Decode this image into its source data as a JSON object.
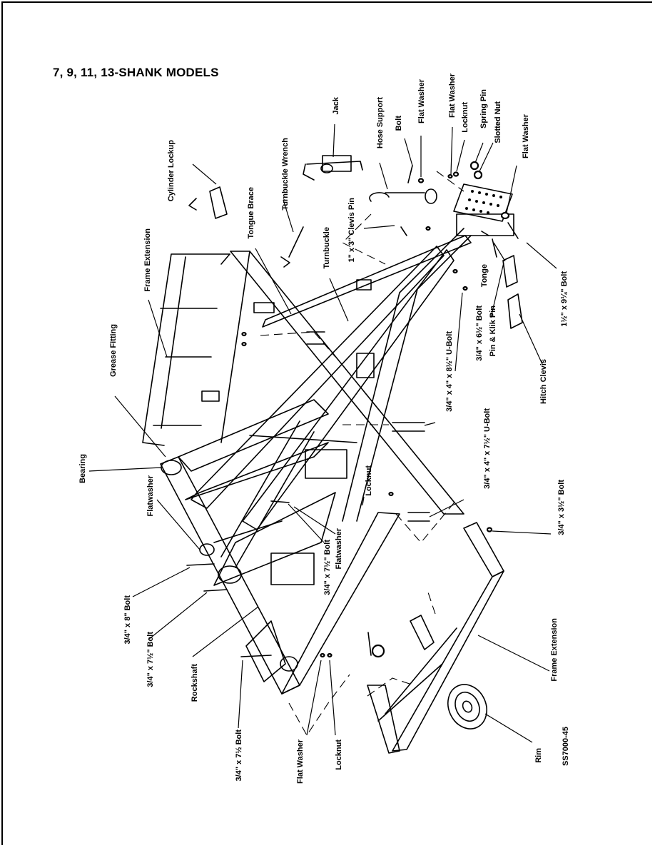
{
  "title": "7, 9, 11, 13-SHANK MODELS",
  "figure_id": "SS7000-45",
  "labels": {
    "cylinder_lockup": "Cylinder Lockup",
    "turnbuckle_wrench": "Turnbuckle Wrench",
    "jack": "Jack",
    "hose_support": "Hose Support",
    "bolt": "Bolt",
    "flat_washer_top": "Flat Washer",
    "flat_washer_2": "Flat Washer",
    "locknut_top": "Locknut",
    "spring_pin": "Spring Pin",
    "slotted_nut": "Slotted Nut",
    "flat_washer_3": "Flat Washer",
    "clevis_pin": "1\" x 3\" Clevis Pin",
    "frame_extension_top": "Frame Extension",
    "tongue_brace": "Tongue Brace",
    "turnbuckle": "Turnbuckle",
    "grease_fitting": "Grease Fitting",
    "tonge": "Tonge",
    "bolt_1_5x9_25": "1½\" x 9¼\" Bolt",
    "bolt_3_4x6_5": "3/4\" x 6½\" Bolt",
    "pin_klik": "Pin & Klik Pin",
    "ubolt_8_5": "3/4\" x 4\" x 8½\" U-Bolt",
    "hitch_clevis": "Hitch Clevis",
    "bearing": "Bearing",
    "flatwasher_left": "Flatwasher",
    "ubolt_7_5": "3/4\" x 4\" x 7½\" U-Bolt",
    "locknut_mid": "Locknut",
    "bolt_3_4x3_5": "3/4\" x 3½\" Bolt",
    "bolt_3_4x7_5_mid": "3/4\" x 7½\" Bolt",
    "flatwasher_mid": "Flatwasher",
    "bolt_3_4x8": "3/4\" x 8\" Bolt",
    "bolt_3_4x7_5_left": "3/4\" x 7½\" Bolt",
    "rockshaft": "Rockshaft",
    "frame_extension_bottom": "Frame Extension",
    "bolt_3_4x7_5_bottom": "3/4\" x 7½ Bolt",
    "flat_washer_bottom": "Flat Washer",
    "locknut_bottom": "Locknut",
    "rim": "Rim"
  }
}
